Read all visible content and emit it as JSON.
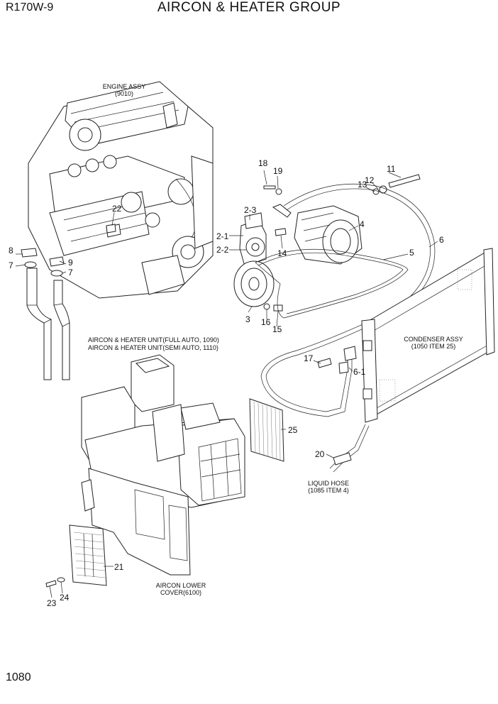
{
  "header": {
    "model": "R170W-9",
    "title": "AIRCON & HEATER GROUP"
  },
  "footer": {
    "page_number": "1080"
  },
  "notes": {
    "engine_assy": [
      "ENGINE ASSY",
      "(9010)"
    ],
    "aircon_unit": [
      "AIRCON & HEATER UNIT(FULL AUTO, 1090)",
      "AIRCON & HEATER UNIT(SEMI AUTO, 1110)"
    ],
    "condenser_assy": [
      "CONDENSER ASSY",
      "(1050 ITEM 25)"
    ],
    "liquid_hose": [
      "LIQUID HOSE",
      "(1085 ITEM 4)"
    ],
    "lower_cover": [
      "AIRCON LOWER",
      "COVER(6100)"
    ]
  },
  "callouts": {
    "c2_1": "2-1",
    "c2_2": "2-2",
    "c2_3": "2-3",
    "c3": "3",
    "c4": "4",
    "c5": "5",
    "c6": "6",
    "c6_1": "6-1",
    "c7a": "7",
    "c7b": "7",
    "c8": "8",
    "c9": "9",
    "c11": "11",
    "c12": "12",
    "c13": "13",
    "c14": "14",
    "c15": "15",
    "c16": "16",
    "c17": "17",
    "c18": "18",
    "c19": "19",
    "c20": "20",
    "c21": "21",
    "c22": "22",
    "c23": "23",
    "c24": "24",
    "c25": "25"
  }
}
